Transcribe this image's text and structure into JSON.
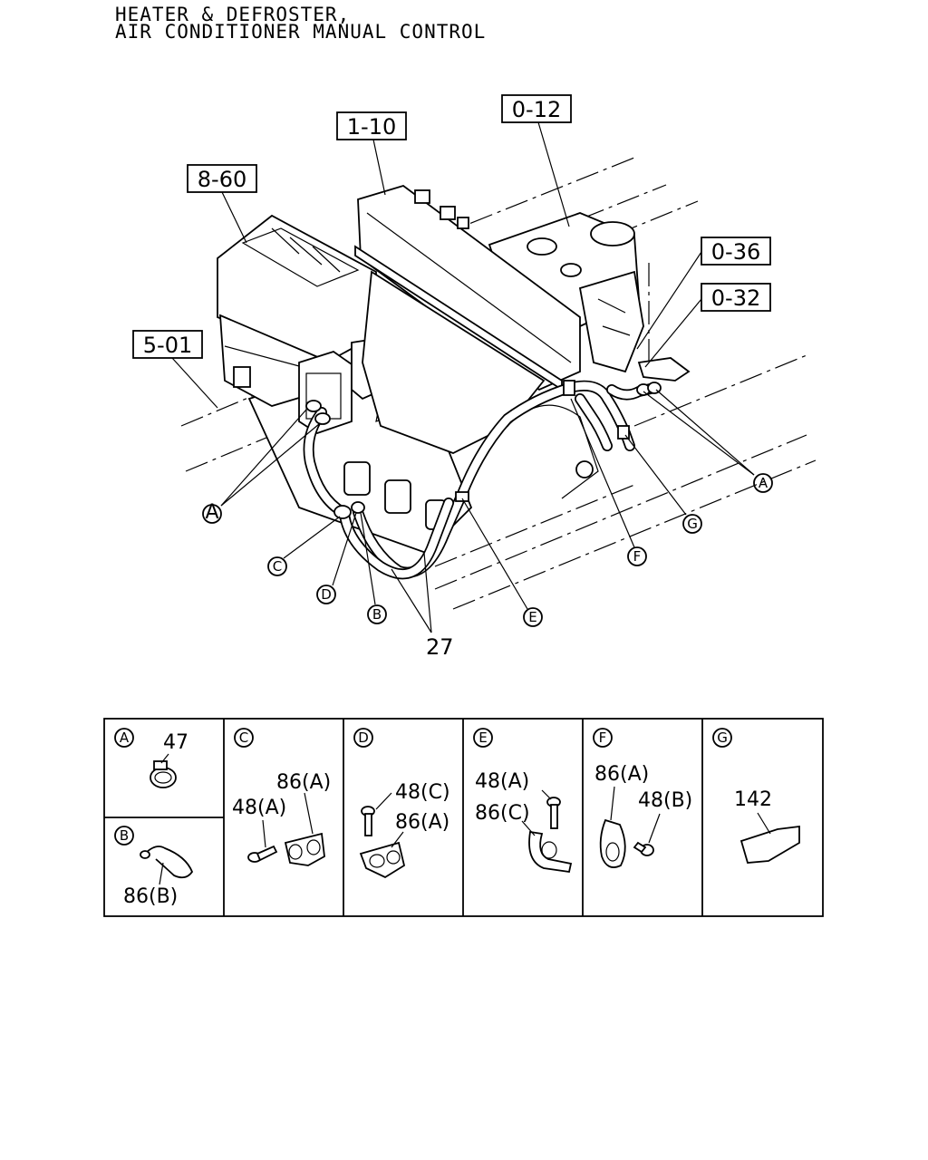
{
  "title": {
    "line1": "HEATER & DEFROSTER,",
    "line2": "AIR CONDITIONER MANUAL CONTROL"
  },
  "references": [
    "1-10",
    "0-12",
    "8-60",
    "0-36",
    "0-32",
    "5-01"
  ],
  "callouts": [
    "A",
    "C",
    "D",
    "B",
    "E",
    "F",
    "G",
    "A"
  ],
  "part_number_main": "27",
  "detail_boxes": [
    {
      "letter": "A",
      "labels": [
        "47"
      ]
    },
    {
      "letter": "B",
      "labels": [
        "86(B)"
      ]
    },
    {
      "letter": "C",
      "labels": [
        "86(A)",
        "48(A)"
      ]
    },
    {
      "letter": "D",
      "labels": [
        "48(C)",
        "86(A)"
      ]
    },
    {
      "letter": "E",
      "labels": [
        "48(A)",
        "86(C)"
      ]
    },
    {
      "letter": "F",
      "labels": [
        "86(A)",
        "48(B)"
      ]
    },
    {
      "letter": "G",
      "labels": [
        "142"
      ]
    }
  ]
}
